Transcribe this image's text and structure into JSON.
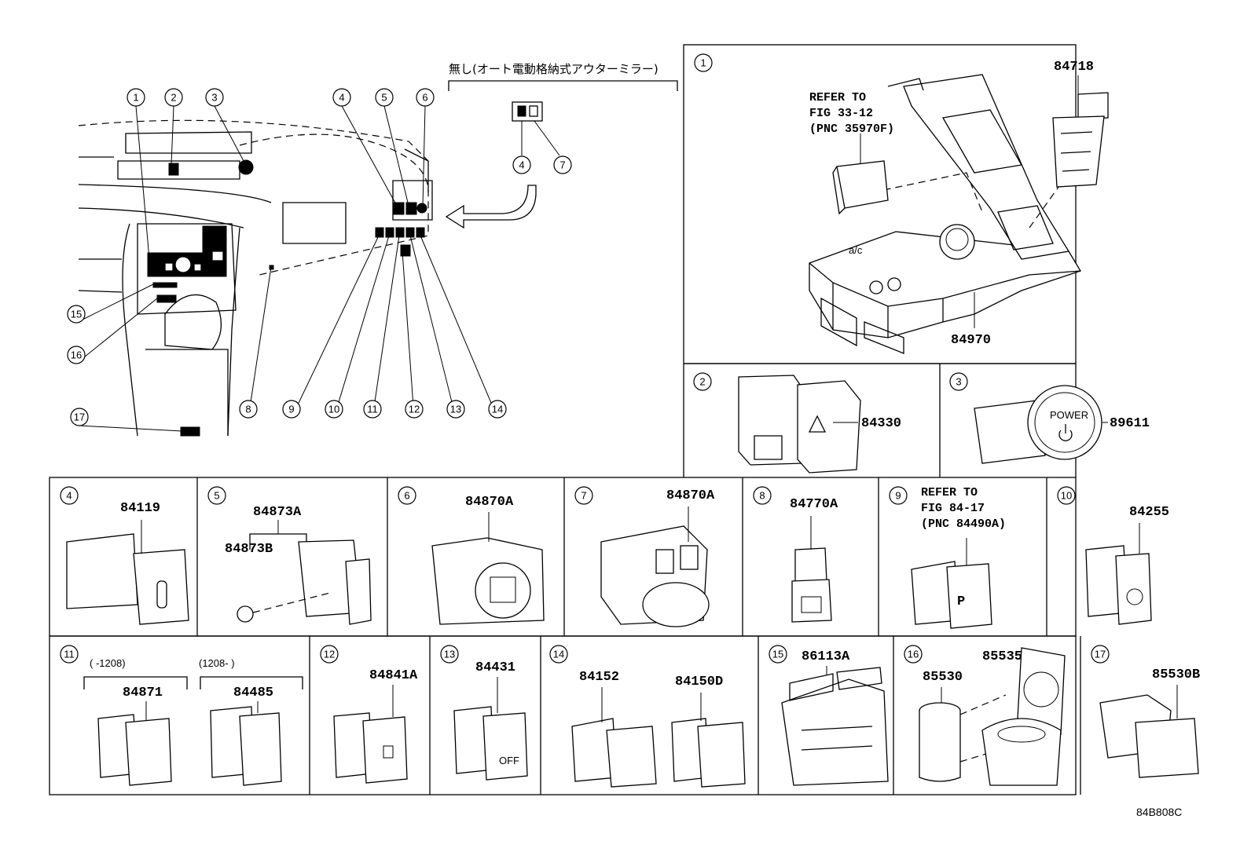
{
  "overview": {
    "callouts": [
      "1",
      "2",
      "3",
      "4",
      "5",
      "6",
      "8",
      "9",
      "10",
      "11",
      "12",
      "13",
      "14",
      "15",
      "16",
      "17"
    ],
    "inset_title": "無し(オート電動格納式アウターミラー)",
    "inset_callouts": [
      "4",
      "7"
    ]
  },
  "panels": [
    {
      "num": "1",
      "codes": [
        "84718",
        "84970"
      ],
      "ref_lines": [
        "REFER TO",
        "FIG 33-12",
        "(PNC 35970F)"
      ]
    },
    {
      "num": "2",
      "codes": [
        "84330"
      ]
    },
    {
      "num": "3",
      "codes": [
        "89611"
      ],
      "part_text": "POWER"
    },
    {
      "num": "4",
      "codes": [
        "84119"
      ]
    },
    {
      "num": "5",
      "codes": [
        "84873A",
        "84873B"
      ]
    },
    {
      "num": "6",
      "codes": [
        "84870A"
      ]
    },
    {
      "num": "7",
      "codes": [
        "84870A"
      ]
    },
    {
      "num": "8",
      "codes": [
        "84770A"
      ]
    },
    {
      "num": "9",
      "codes": [],
      "ref_lines": [
        "REFER TO",
        "FIG 84-17",
        "(PNC 84490A)"
      ]
    },
    {
      "num": "10",
      "codes": [
        "84255"
      ]
    },
    {
      "num": "11",
      "codes": [
        "84871",
        "84485"
      ],
      "ranges": [
        "(     -1208)",
        "(1208-      )"
      ]
    },
    {
      "num": "12",
      "codes": [
        "84841A"
      ]
    },
    {
      "num": "13",
      "codes": [
        "84431"
      ],
      "part_text": "OFF"
    },
    {
      "num": "14",
      "codes": [
        "84152",
        "84150D"
      ]
    },
    {
      "num": "15",
      "codes": [
        "86113A"
      ]
    },
    {
      "num": "16",
      "codes": [
        "85535B",
        "85530"
      ]
    },
    {
      "num": "17",
      "codes": [
        "85530B"
      ]
    }
  ],
  "diagram_code": "84B808C"
}
